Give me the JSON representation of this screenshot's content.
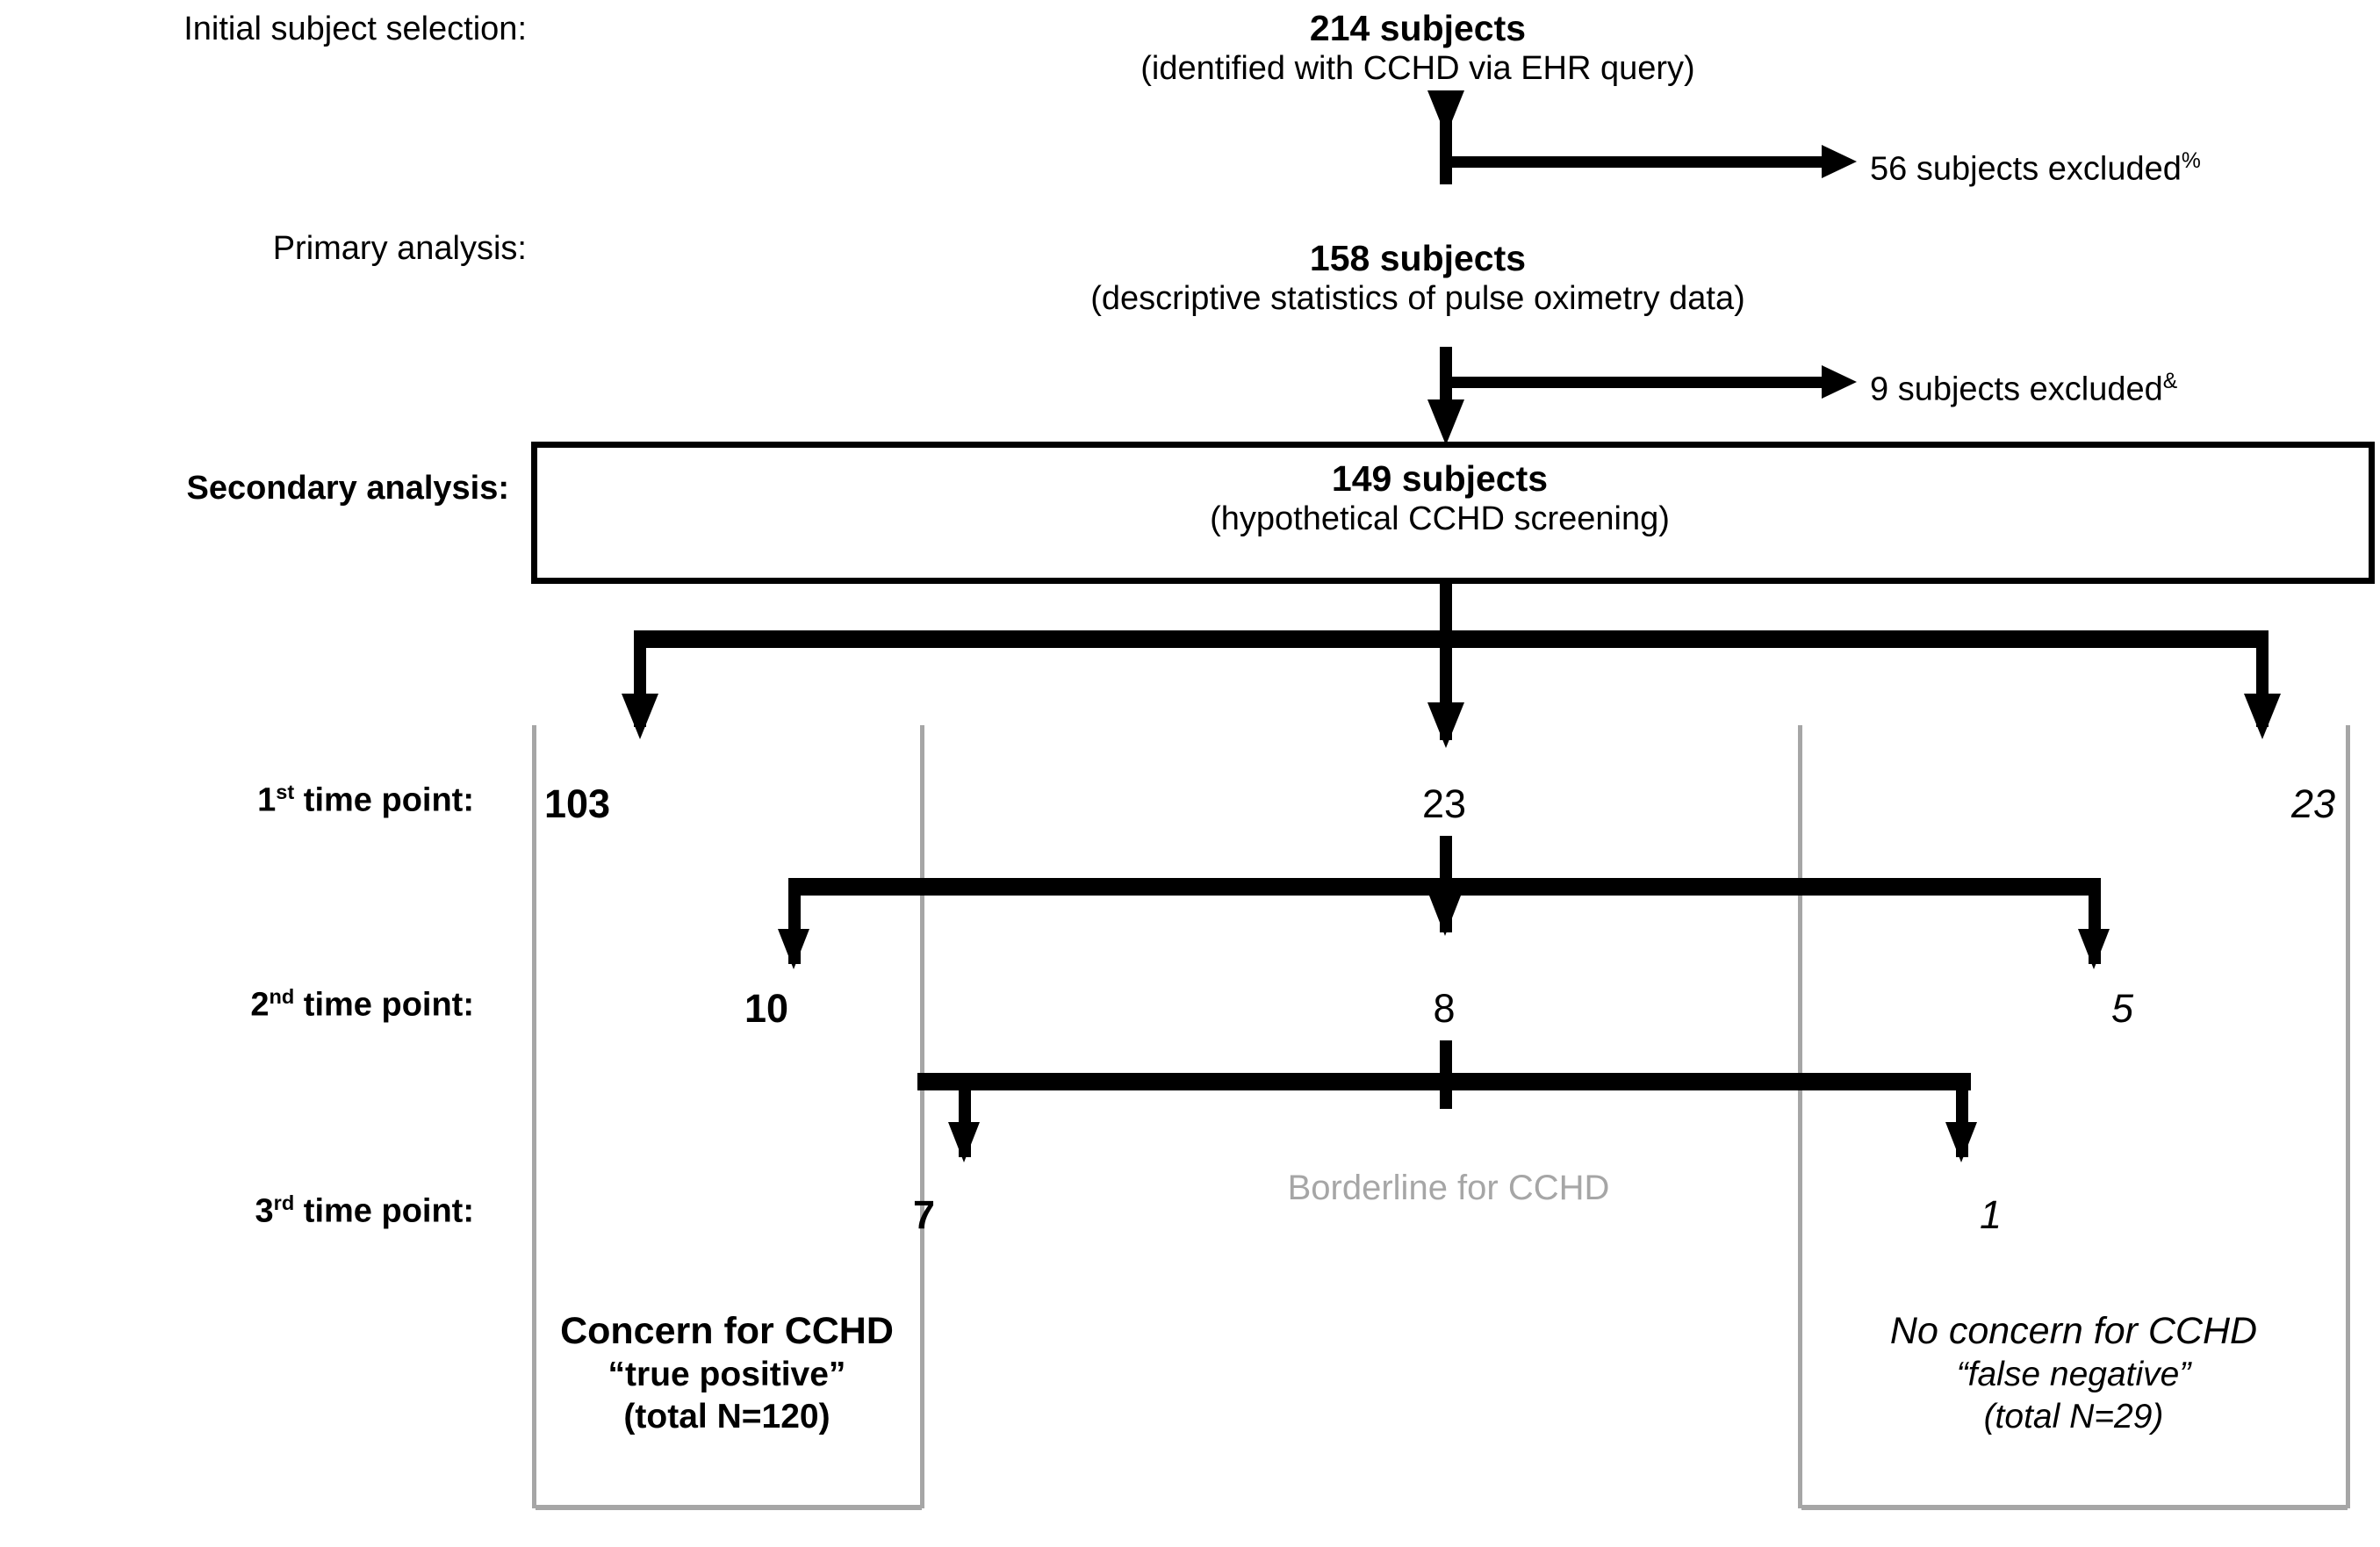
{
  "figure": {
    "type": "flow-diagram",
    "title": "CCHD subject selection and hypothetical screening flowchart"
  },
  "stage_labels": [
    {
      "id": "initial",
      "text": "Initial subject selection:",
      "bold": false
    },
    {
      "id": "primary",
      "text": "Primary analysis:",
      "bold": false
    },
    {
      "id": "secondary",
      "text": "Secondary analysis:",
      "bold": true
    },
    {
      "id": "tp1",
      "text_pre": "1",
      "text_sup": "st",
      "text_post": " time point:",
      "bold": true
    },
    {
      "id": "tp2",
      "text_pre": "2",
      "text_sup": "nd",
      "text_post": " time point:",
      "bold": true
    },
    {
      "id": "tp3",
      "text_pre": "3",
      "text_sup": "rd",
      "text_post": " time point:",
      "bold": true
    }
  ],
  "nodes": {
    "initial": {
      "count": "214 subjects",
      "detail": "(identified with CCHD via EHR query)"
    },
    "primary": {
      "count": "158 subjects",
      "detail": "(descriptive statistics of pulse oximetry data)"
    },
    "secondary": {
      "count": "149 subjects",
      "detail": "(hypothetical CCHD screening)"
    }
  },
  "exclusions": [
    {
      "id": "excl-1",
      "text": "56 subjects excluded",
      "marker": "%"
    },
    {
      "id": "excl-2",
      "text": "9 subjects excluded",
      "marker": "&"
    }
  ],
  "columns": {
    "positive": {
      "name": "Concern for CCHD"
    },
    "borderline": {
      "name": "Borderline for CCHD"
    },
    "negative": {
      "name": "No concern for CCHD"
    }
  },
  "counts": {
    "tp1": {
      "positive": "103",
      "borderline": "23",
      "negative": "23"
    },
    "tp2": {
      "positive": "10",
      "borderline": "8",
      "negative": "5"
    },
    "tp3": {
      "positive": "7",
      "negative": "1"
    }
  },
  "middle_note": "Borderline for CCHD",
  "conclusions": {
    "positive": {
      "line1": "Concern for CCHD",
      "line2": "“true positive”",
      "line3": "(total N=120)"
    },
    "negative": {
      "line1": "No concern for CCHD",
      "line2": "“false negative”",
      "line3": "(total N=29)"
    }
  },
  "colors": {
    "ink": "#000000",
    "separator": "#a6a6a6",
    "muted_text": "#a6a6a6",
    "background": "#ffffff"
  }
}
